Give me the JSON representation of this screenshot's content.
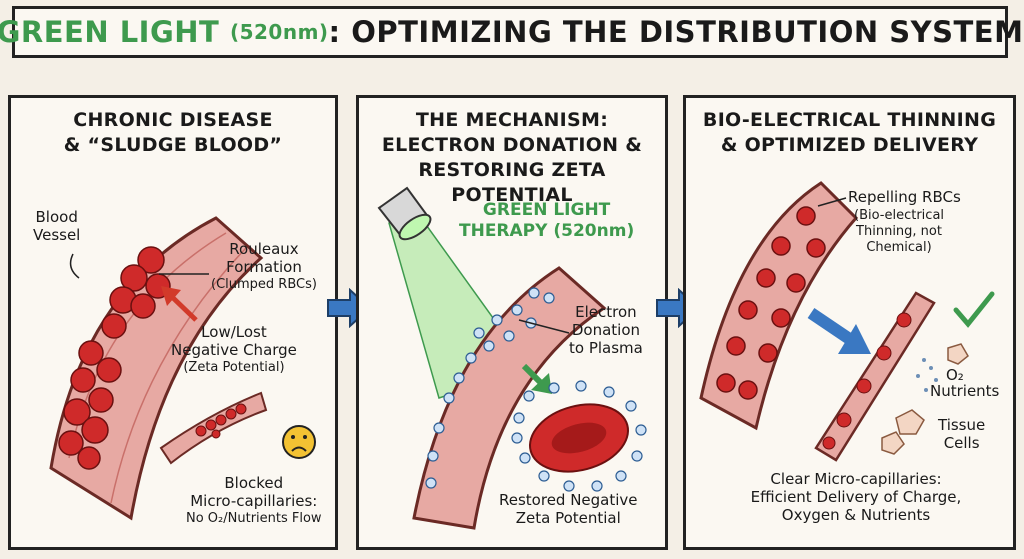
{
  "title": {
    "part1": "GREEN LIGHT",
    "part2": "(520nm)",
    "part3": ": OPTIMIZING THE DISTRIBUTION SYSTEM"
  },
  "panel1": {
    "title_line1": "CHRONIC DISEASE",
    "title_line2": "& “SLUDGE BLOOD”",
    "blood_vessel": [
      "Blood",
      "Vessel"
    ],
    "rouleaux": [
      "Rouleaux",
      "Formation"
    ],
    "clumped": "(Clumped RBCs)",
    "charge": [
      "Low/Lost",
      "Negative Charge"
    ],
    "zeta": "(Zeta Potential)",
    "blocked": [
      "Blocked",
      "Micro-capillaries:"
    ],
    "no_flow": "No O₂/Nutrients Flow"
  },
  "panel2": {
    "title_line1": "THE MECHANISM:",
    "title_line2": "ELECTRON DONATION &",
    "title_line3": "RESTORING ZETA POTENTIAL",
    "therapy": [
      "GREEN LIGHT",
      "THERAPY (520nm)"
    ],
    "electron": [
      "Electron",
      "Donation",
      "to Plasma"
    ],
    "restored": [
      "Restored Negative",
      "Zeta Potential"
    ]
  },
  "panel3": {
    "title_line1": "BIO-ELECTRICAL THINNING",
    "title_line2": "& OPTIMIZED DELIVERY",
    "repelling": "Repelling RBCs",
    "thinning": [
      "(Bio-electrical",
      "Thinning, not",
      "Chemical)"
    ],
    "o2": "O₂",
    "nutrients": "Nutrients",
    "tissue": [
      "Tissue",
      "Cells"
    ],
    "clear": [
      "Clear Micro-capillaries:",
      "Efficient Delivery of Charge,",
      "Oxygen & Nutrients"
    ]
  },
  "colors": {
    "accent_green": "#3e9a4e",
    "vessel": "#e7a9a3",
    "rbc": "#cf2a2a",
    "arrow_blue": "#3a78c2",
    "arrow_red": "#d23a2a"
  }
}
